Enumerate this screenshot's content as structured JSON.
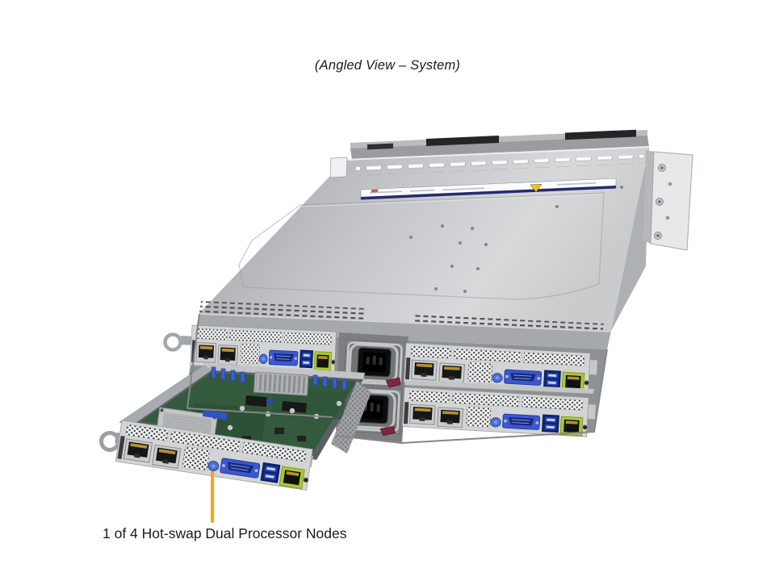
{
  "page": {
    "caption_top": "(Angled View – System)"
  },
  "annotation": {
    "label": "1 of 4 Hot-swap Dual Processor Nodes",
    "line_color": "#F2A71B"
  },
  "figure": {
    "alt": "Angled rear view of a 2U rackmount server system with four hot-swap dual-processor nodes; the lower-left node tray is pulled out showing its motherboard, CPU socket, DIMM slots and rear I/O panel",
    "colors": {
      "background": "#ffffff",
      "chassis_light": "#d2d4d6",
      "chassis_mid": "#a6a9ac",
      "chassis_dark": "#8f9295",
      "label_strip_white": "#fbfbfc",
      "label_strip_navy": "#252b6e",
      "warning_yellow": "#f6c60a",
      "vga_blue": "#3c58cb",
      "usb_blue": "#10266f",
      "ipmi_green": "#a9c92f",
      "pcb_green": "#335a3c",
      "dimm_clip_blue": "#3b5ed6",
      "psu_inlet_black": "#0c0d0e",
      "psu_tab_maroon": "#7e2640",
      "callout_line": "#F2A71B"
    },
    "parts": [
      "rack-ear-bracket",
      "top-cover",
      "front-vent-slots",
      "service-label-strip",
      "warning-triangle",
      "node-io-panel",
      "lan-ports",
      "vga-port",
      "usb-ports",
      "ipmi-lan-port",
      "power-supplies",
      "psu-release-tab",
      "pull-ring-handle",
      "node-tray",
      "motherboard",
      "cpu-socket",
      "dimm-slots",
      "heatsink"
    ]
  }
}
